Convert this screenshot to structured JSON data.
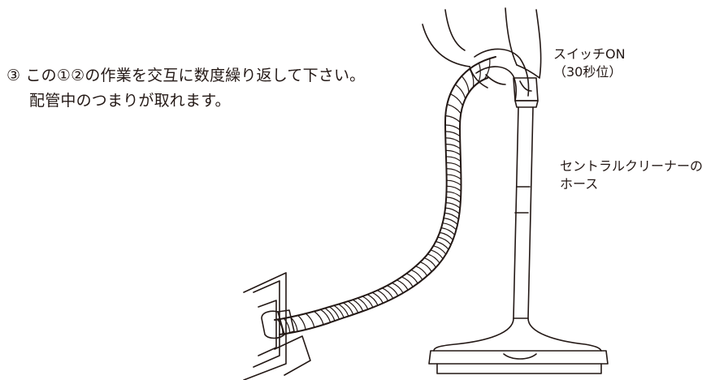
{
  "instruction": {
    "line1": "③ この①②の作業を交互に数度繰り返して下さい。",
    "line2": "配管中のつまりが取れます。"
  },
  "labels": {
    "switch_line1": "スイッチON",
    "switch_line2": "（30秒位）",
    "hose_line1": "セントラルクリーナーの",
    "hose_line2": "ホース"
  },
  "colors": {
    "ink": "#231815",
    "paper": "#ffffff"
  }
}
